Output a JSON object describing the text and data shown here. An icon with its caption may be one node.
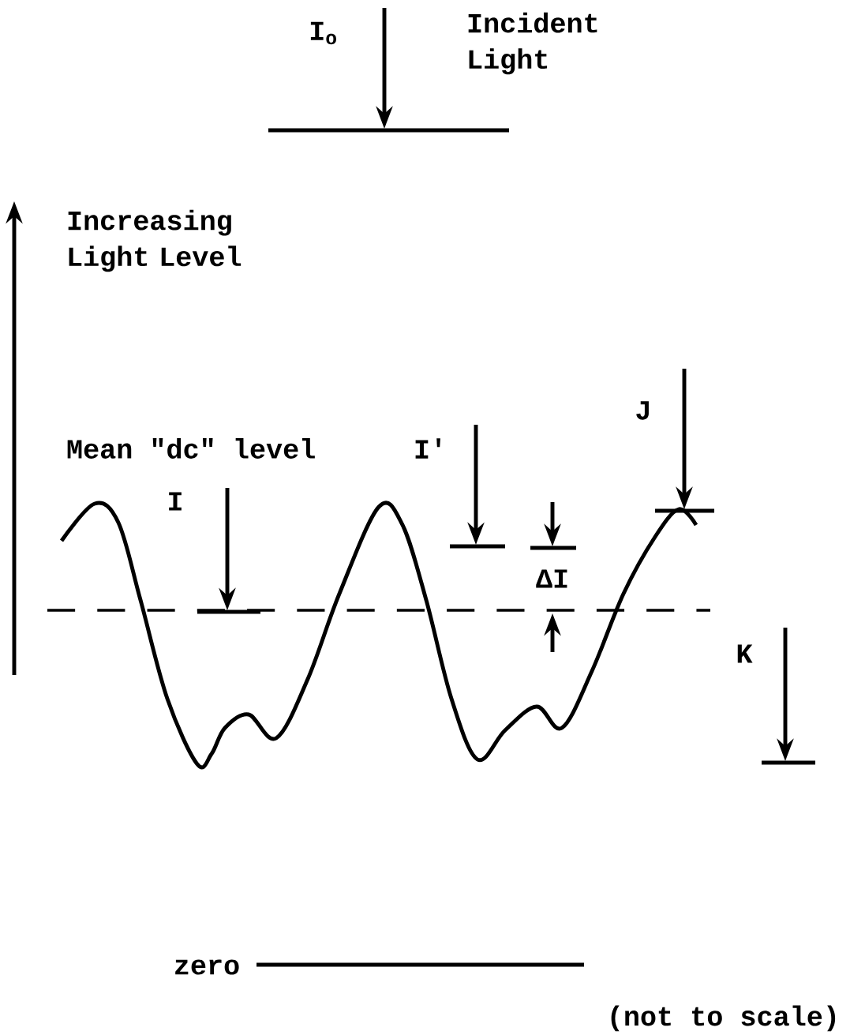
{
  "diagram": {
    "labels": [
      "I$_{o}$",
      "Incident Light",
      "Increasing Light Level",
      "Mean \"dc\" level",
      "I'",
      "J",
      "I",
      "ΔI",
      "K",
      "zero",
      "(not to scale)"
    ]
  }
}
